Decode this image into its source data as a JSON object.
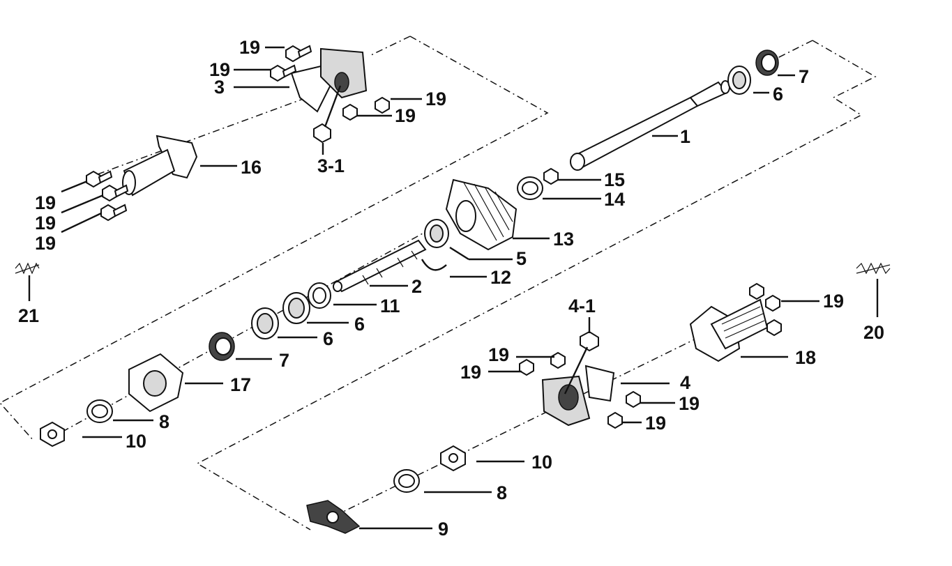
{
  "diagram": {
    "callouts": {
      "c1": "1",
      "c2": "2",
      "c3": "3",
      "c3_1": "3-1",
      "c4": "4",
      "c4_1": "4-1",
      "c5": "5",
      "c6a": "6",
      "c6b": "6",
      "c6c": "6",
      "c7a": "7",
      "c7b": "7",
      "c8a": "8",
      "c8b": "8",
      "c9": "9",
      "c10a": "10",
      "c10b": "10",
      "c11": "11",
      "c12": "12",
      "c13": "13",
      "c14": "14",
      "c15": "15",
      "c16": "16",
      "c17": "17",
      "c18": "18",
      "c19a": "19",
      "c19b": "19",
      "c19c": "19",
      "c19d": "19",
      "c19e": "19",
      "c19f": "19",
      "c19g": "19",
      "c19h": "19",
      "c19i": "19",
      "c19j": "19",
      "c19k": "19",
      "c19l": "19",
      "c20": "20",
      "c21": "21"
    }
  }
}
